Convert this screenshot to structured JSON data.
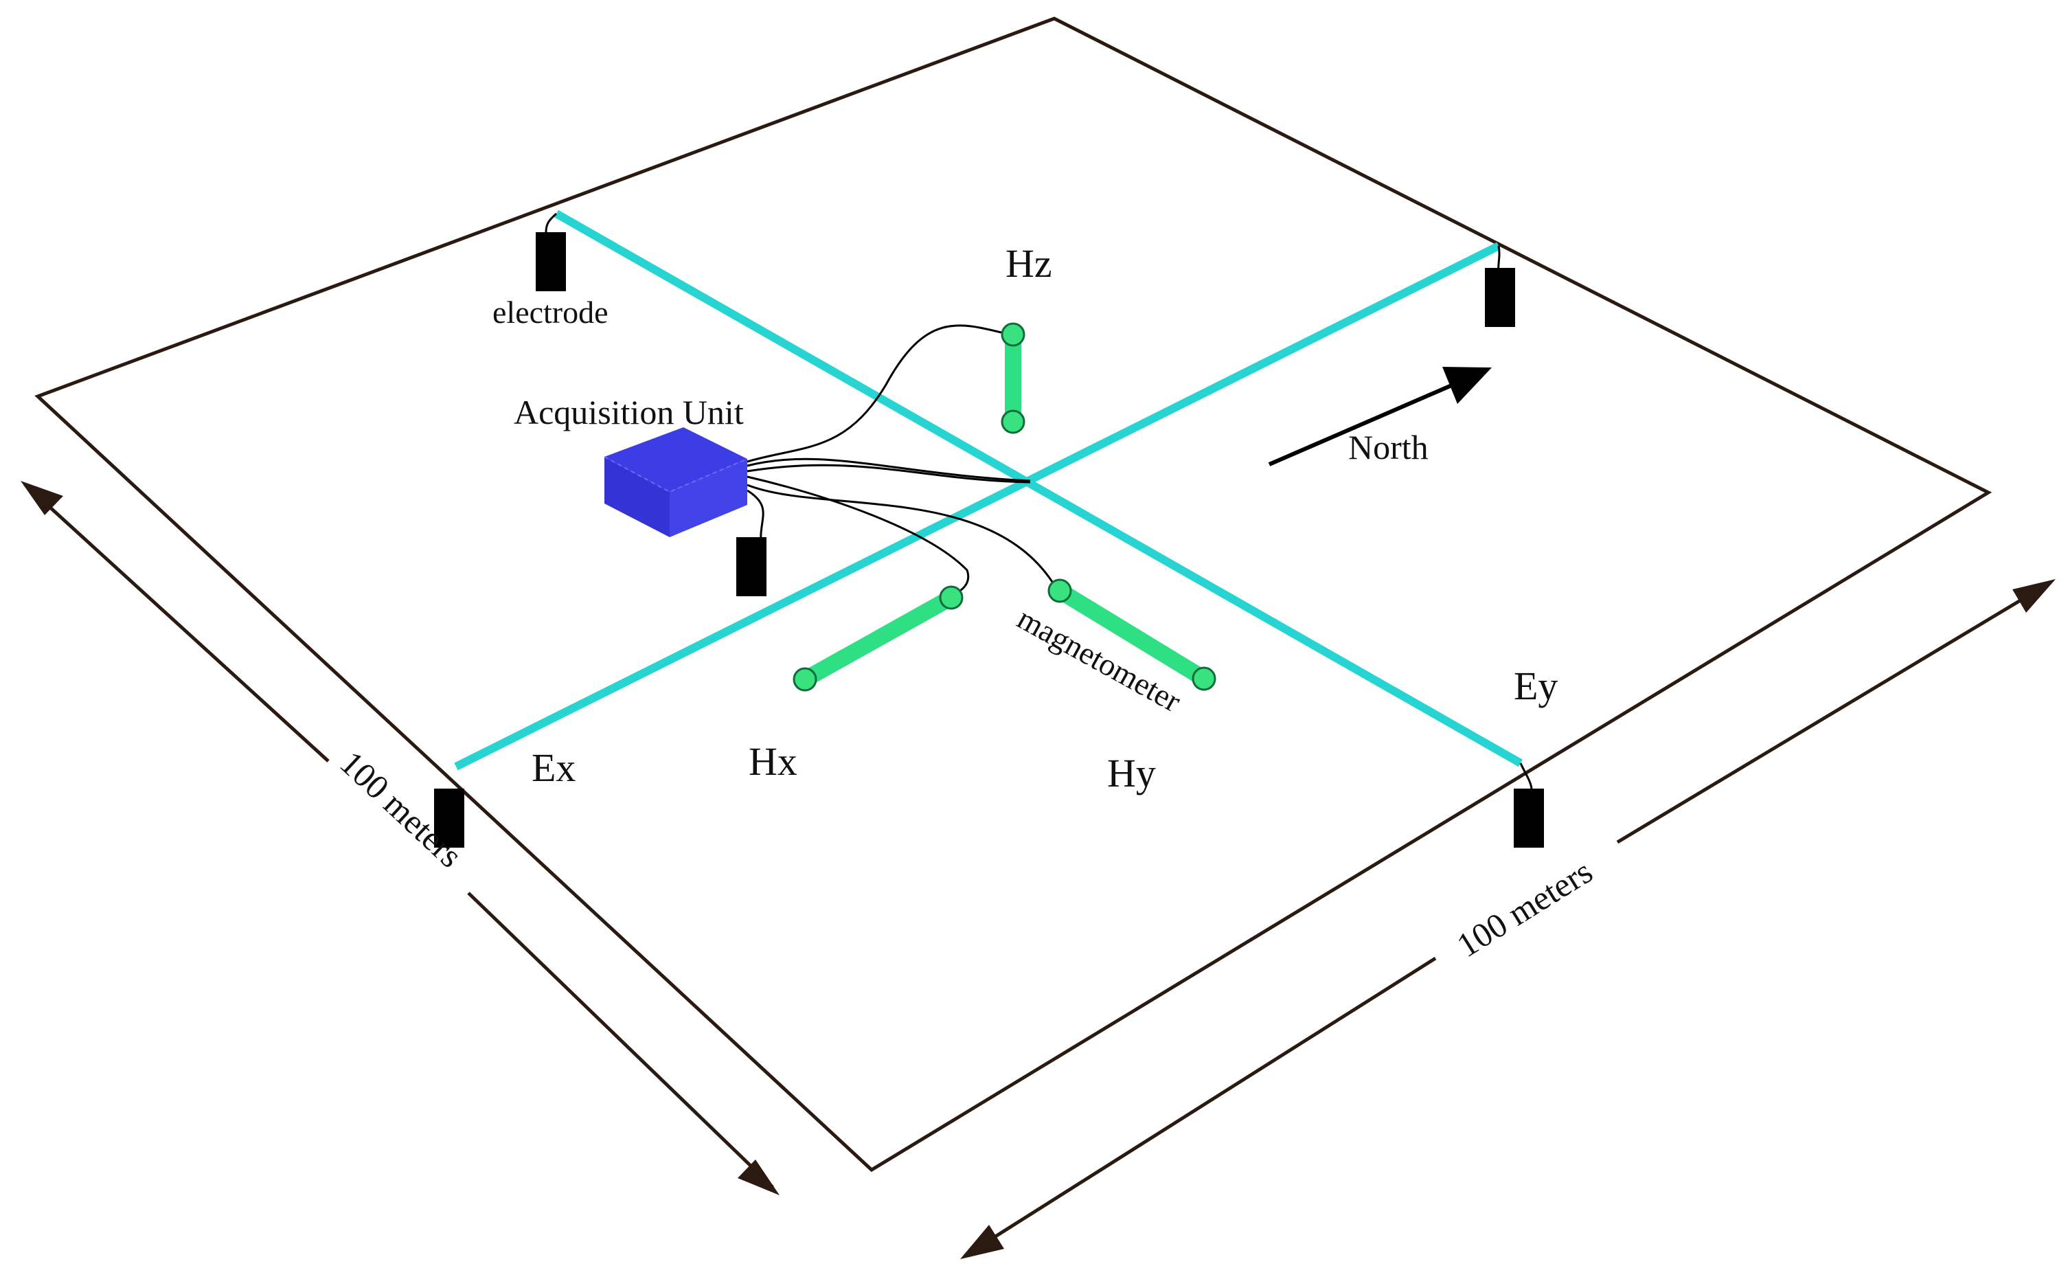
{
  "labels": {
    "electrode": "electrode",
    "acquisition_unit": "Acquisition Unit",
    "hz": "Hz",
    "hx": "Hx",
    "hy": "Hy",
    "ex": "Ex",
    "ey": "Ey",
    "north": "North",
    "magnetometer": "magnetometer",
    "dim_left": "100 meters",
    "dim_right": "100 meters"
  },
  "colors": {
    "outline": "#2a1a12",
    "dipole": "#27d4d1",
    "magnetometer": "#2edf84",
    "magnetometer_end": "#37e27f",
    "unit_top": "#3d3de6",
    "unit_side": "#3434d6",
    "electrode": "#000000",
    "wire": "#000000"
  }
}
